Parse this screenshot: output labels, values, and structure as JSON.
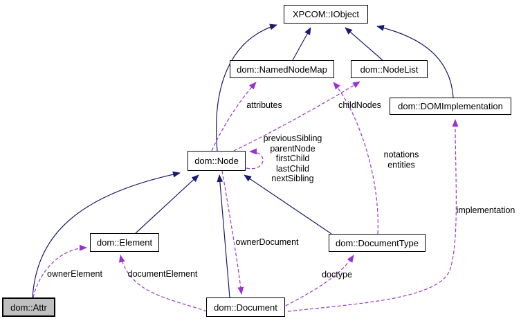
{
  "diagram": {
    "kind": "doxygen-collaboration-graph",
    "nodes": {
      "iobject": "XPCOM::IObject",
      "namednodemap": "dom::NamedNodeMap",
      "nodelist": "dom::NodeList",
      "domimplementation": "dom::DOMImplementation",
      "node": "dom::Node",
      "element": "dom::Element",
      "documenttype": "dom::DocumentType",
      "attr": "dom::Attr",
      "document": "dom::Document"
    },
    "edge_labels": {
      "attributes": "attributes",
      "childnodes": "childNodes",
      "self_loop": [
        "previousSibling",
        "parentNode",
        "firstChild",
        "lastChild",
        "nextSibling"
      ],
      "documenttype_members": [
        "notations",
        "entities"
      ],
      "implementation": "implementation",
      "ownerdocument": "ownerDocument",
      "doctype": "doctype",
      "ownerelement": "ownerElement",
      "documentelement": "documentElement"
    },
    "colors": {
      "inheritance_edge": "#191970",
      "usage_edge": "#9a32cd",
      "node_border": "#000000",
      "node_fill": "#ffffff",
      "highlighted_node_fill": "#bfbfbf"
    }
  }
}
